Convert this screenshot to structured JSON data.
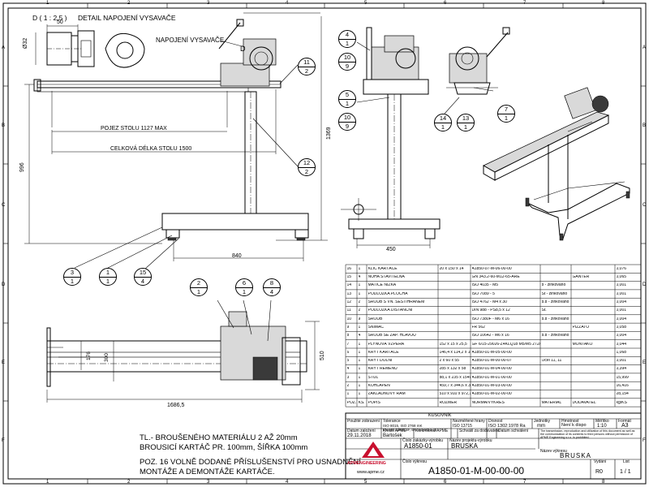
{
  "detail": {
    "title": "D ( 1 : 2,5 )",
    "subtitle": "DETAIL NAPOJENÍ VYSAVAČE",
    "dim_50": "50",
    "dim_d32": "Ø32"
  },
  "front_view": {
    "label_napojeni": "NAPOJENÍ VYSAVAČE",
    "label_d": "D",
    "pojezd": "POJEZ STOLU 1127 MAX",
    "celkova": "CELKOVÁ DÉLKA STOLU 1500",
    "dim_996": "996",
    "dim_840": "840"
  },
  "side_view": {
    "dim_1369": "1369",
    "dim_450": "450"
  },
  "top_view": {
    "dim_176": "176",
    "dim_300": "300",
    "dim_510": "510",
    "dim_1686": "1686,5"
  },
  "balloons": {
    "b11_2": [
      "11",
      "2"
    ],
    "b12_2": [
      "12",
      "2"
    ],
    "b3_1": [
      "3",
      "1"
    ],
    "b1_1": [
      "1",
      "1"
    ],
    "b15_4": [
      "15",
      "4"
    ],
    "b2_1": [
      "2",
      "1"
    ],
    "b6_1": [
      "6",
      "1"
    ],
    "b8_4": [
      "8",
      "4"
    ],
    "b4_1": [
      "4",
      "1"
    ],
    "b10_9a": [
      "10",
      "9"
    ],
    "b5_1": [
      "5",
      "1"
    ],
    "b10_9b": [
      "10",
      "9"
    ],
    "b14_1": [
      "14",
      "1"
    ],
    "b13_1": [
      "13",
      "1"
    ],
    "b7_1": [
      "7",
      "1"
    ]
  },
  "notes": {
    "line1": "TL.- BROUŠENÉHO MATERIÁLU 2 AŽ 20mm",
    "line2": "BROUSICÍ KARTÁČ PR. 100mm, ŠÍŘKA 100mm",
    "line3": "POZ. 16 VOLNĚ DODANÉ PŘÍSLUŠENSTVÍ PRO USNADNĚNÍ",
    "line4": "MONTÁŽE A DEMONTÁŽE KARTÁČE."
  },
  "bom": {
    "rows": [
      [
        "16",
        "1",
        "KLÍČ KARTÁČE",
        "20 x 150 x 14",
        "A1850-07-M-06-00-00",
        "",
        "",
        "0,076"
      ],
      [
        "15",
        "4",
        "NOHA STAVITELNÁ",
        "",
        "GN 343.2-60-M12-65-ARE",
        "",
        "GANTER",
        "0,065"
      ],
      [
        "14",
        "1",
        "MATICE NÍZKÁ",
        "",
        "ISO 4035 - M5",
        "8 - zinkováno",
        "",
        "0,001"
      ],
      [
        "13",
        "1",
        "PODLOŽKA PLOCHÁ",
        "",
        "ISO 7089 - 5",
        "St - zinkováno",
        "",
        "0,001"
      ],
      [
        "12",
        "2",
        "ŠROUB S VN. ŠESTIHRANEM",
        "",
        "ISO 4762 - M4 x 30",
        "8.8 - zinkováno",
        "",
        "0,004"
      ],
      [
        "11",
        "2",
        "PODLOŽKA DISTANČNÍ",
        "",
        "DIN 988 - PS8,5 x 12",
        "St.",
        "",
        "0,001"
      ],
      [
        "10",
        "9",
        "ŠROUB",
        "",
        "ISO 7380F - M6 x 16",
        "8.8 - zinkováno",
        "",
        "0,004"
      ],
      [
        "9",
        "1",
        "SNÍMAČ",
        "",
        "FR 562",
        "",
        "PIZZATO",
        "0,058"
      ],
      [
        "8",
        "4",
        "ŠROUB SE ZÁP. HLAVOU",
        "",
        "ISO 10642 - M6 x 16",
        "8.8 - zinkováno",
        "",
        "0,004"
      ],
      [
        "7",
        "1",
        "PLYNOVÁ VZPĚRA",
        "152 x 15 x 25,5",
        "GF 6/15-29026-Z4KLQ18 M5/M5 272/74",
        "",
        "MONTAKO",
        "0,044"
      ],
      [
        "6",
        "1",
        "KRYT KARTÁČE",
        "146,4 x 114,2 x 169",
        "A1850-01-M-05-00-00",
        "",
        "",
        "1,068"
      ],
      [
        "5",
        "1",
        "KRYT DOLNÍ",
        "2 x 60 x 55",
        "A1850-01-M-00-00-07",
        "Ocel 11, 11",
        "",
        "0,001"
      ],
      [
        "4",
        "1",
        "KRYT ŘEMENU",
        "285 x 132 x 58",
        "A1850-01-M-04-00-00",
        "",
        "",
        "0,394"
      ],
      [
        "3",
        "1",
        "STŮL",
        "88,1 x 235 x 1549,5",
        "A1850-01-M-01-00-00",
        "",
        "",
        "15,999"
      ],
      [
        "2",
        "1",
        "KOHLAPEN",
        "459,7 x 344,6 x 383",
        "A1850-01-M-03-00-00",
        "",
        "",
        "16,416"
      ],
      [
        "1",
        "1",
        "ZÁKLADNOVÝ RÁM",
        "510 x 910 x 972,1",
        "A1850-01-M-02-00-00",
        "",
        "",
        "28,154"
      ]
    ],
    "header": [
      "POZ.",
      "KS.",
      "POPIS",
      "ROZMĚR",
      "NORMA/VÝKRES",
      "MATERIÁL",
      "DODAVATEL",
      "kg/KS"
    ]
  },
  "title_block": {
    "kusovnik": "KUSOVNÍK",
    "presnost_label": "Použité zobrazení",
    "tolerance_label": "Tolerance",
    "tolerance_value": "ISO 8015, ISO 2768 mK",
    "tolerance_value2": "EN ISO 13920 BF, EN ISO 5013-33",
    "nezmer_label": "Nezměřené hrany",
    "nezmer_value": "ISO 13715",
    "drsnost_label": "Drsnost",
    "drsnost_value": "ISO 1302:1978 Ra",
    "jednotky_label": "Jednotky",
    "jednotky_value": "mm",
    "hmotnost_label": "Hmotnost",
    "hmotnost_value": "Není k dispo",
    "meritko_label": "Měřítko",
    "meritko_value": "1:10",
    "format_label": "Formát",
    "format_value": "A3",
    "datum_label": "Datum založení",
    "datum_value": "29.11.2018",
    "kreslil_label": "Kreslil APME",
    "kreslil_value": "Bartošek",
    "kontroloval_label": "Kontroloval APME",
    "schvalil_label": "Schválil za dodavatele",
    "datum_schv_label": "Datum schválení",
    "copyright": "The transmission, reproduction and utilization of this document as well as the communication of its contents to third persons without permission of APME Engineering s.r.o. is prohibited.",
    "cislo_zakazky_label": "Číslo zakázky-výrobku",
    "cislo_zakazky_value": "A1850-01",
    "nazev_projektu_label": "Název projektu-výrobku",
    "nazev_projektu_value": "BRUSKA",
    "nazev_vykresu_label": "Název výkresu",
    "nazev_vykresu_value": "BRUSKA",
    "cislo_vykresu_label": "Číslo výkresu",
    "cislo_vykresu_value": "A1850-01-M-00-00-00",
    "vydani_label": "Vydání",
    "vydani_value": "R0",
    "list_label": "List",
    "list_value": "1 / 1",
    "company": "APMENGINEERING",
    "web": "www.apme.cz"
  },
  "frame": {
    "cols_top": [
      "1",
      "2",
      "3",
      "4",
      "5",
      "6",
      "7",
      "8"
    ],
    "rows_side": [
      "A",
      "B",
      "C",
      "D",
      "E",
      "F"
    ]
  }
}
